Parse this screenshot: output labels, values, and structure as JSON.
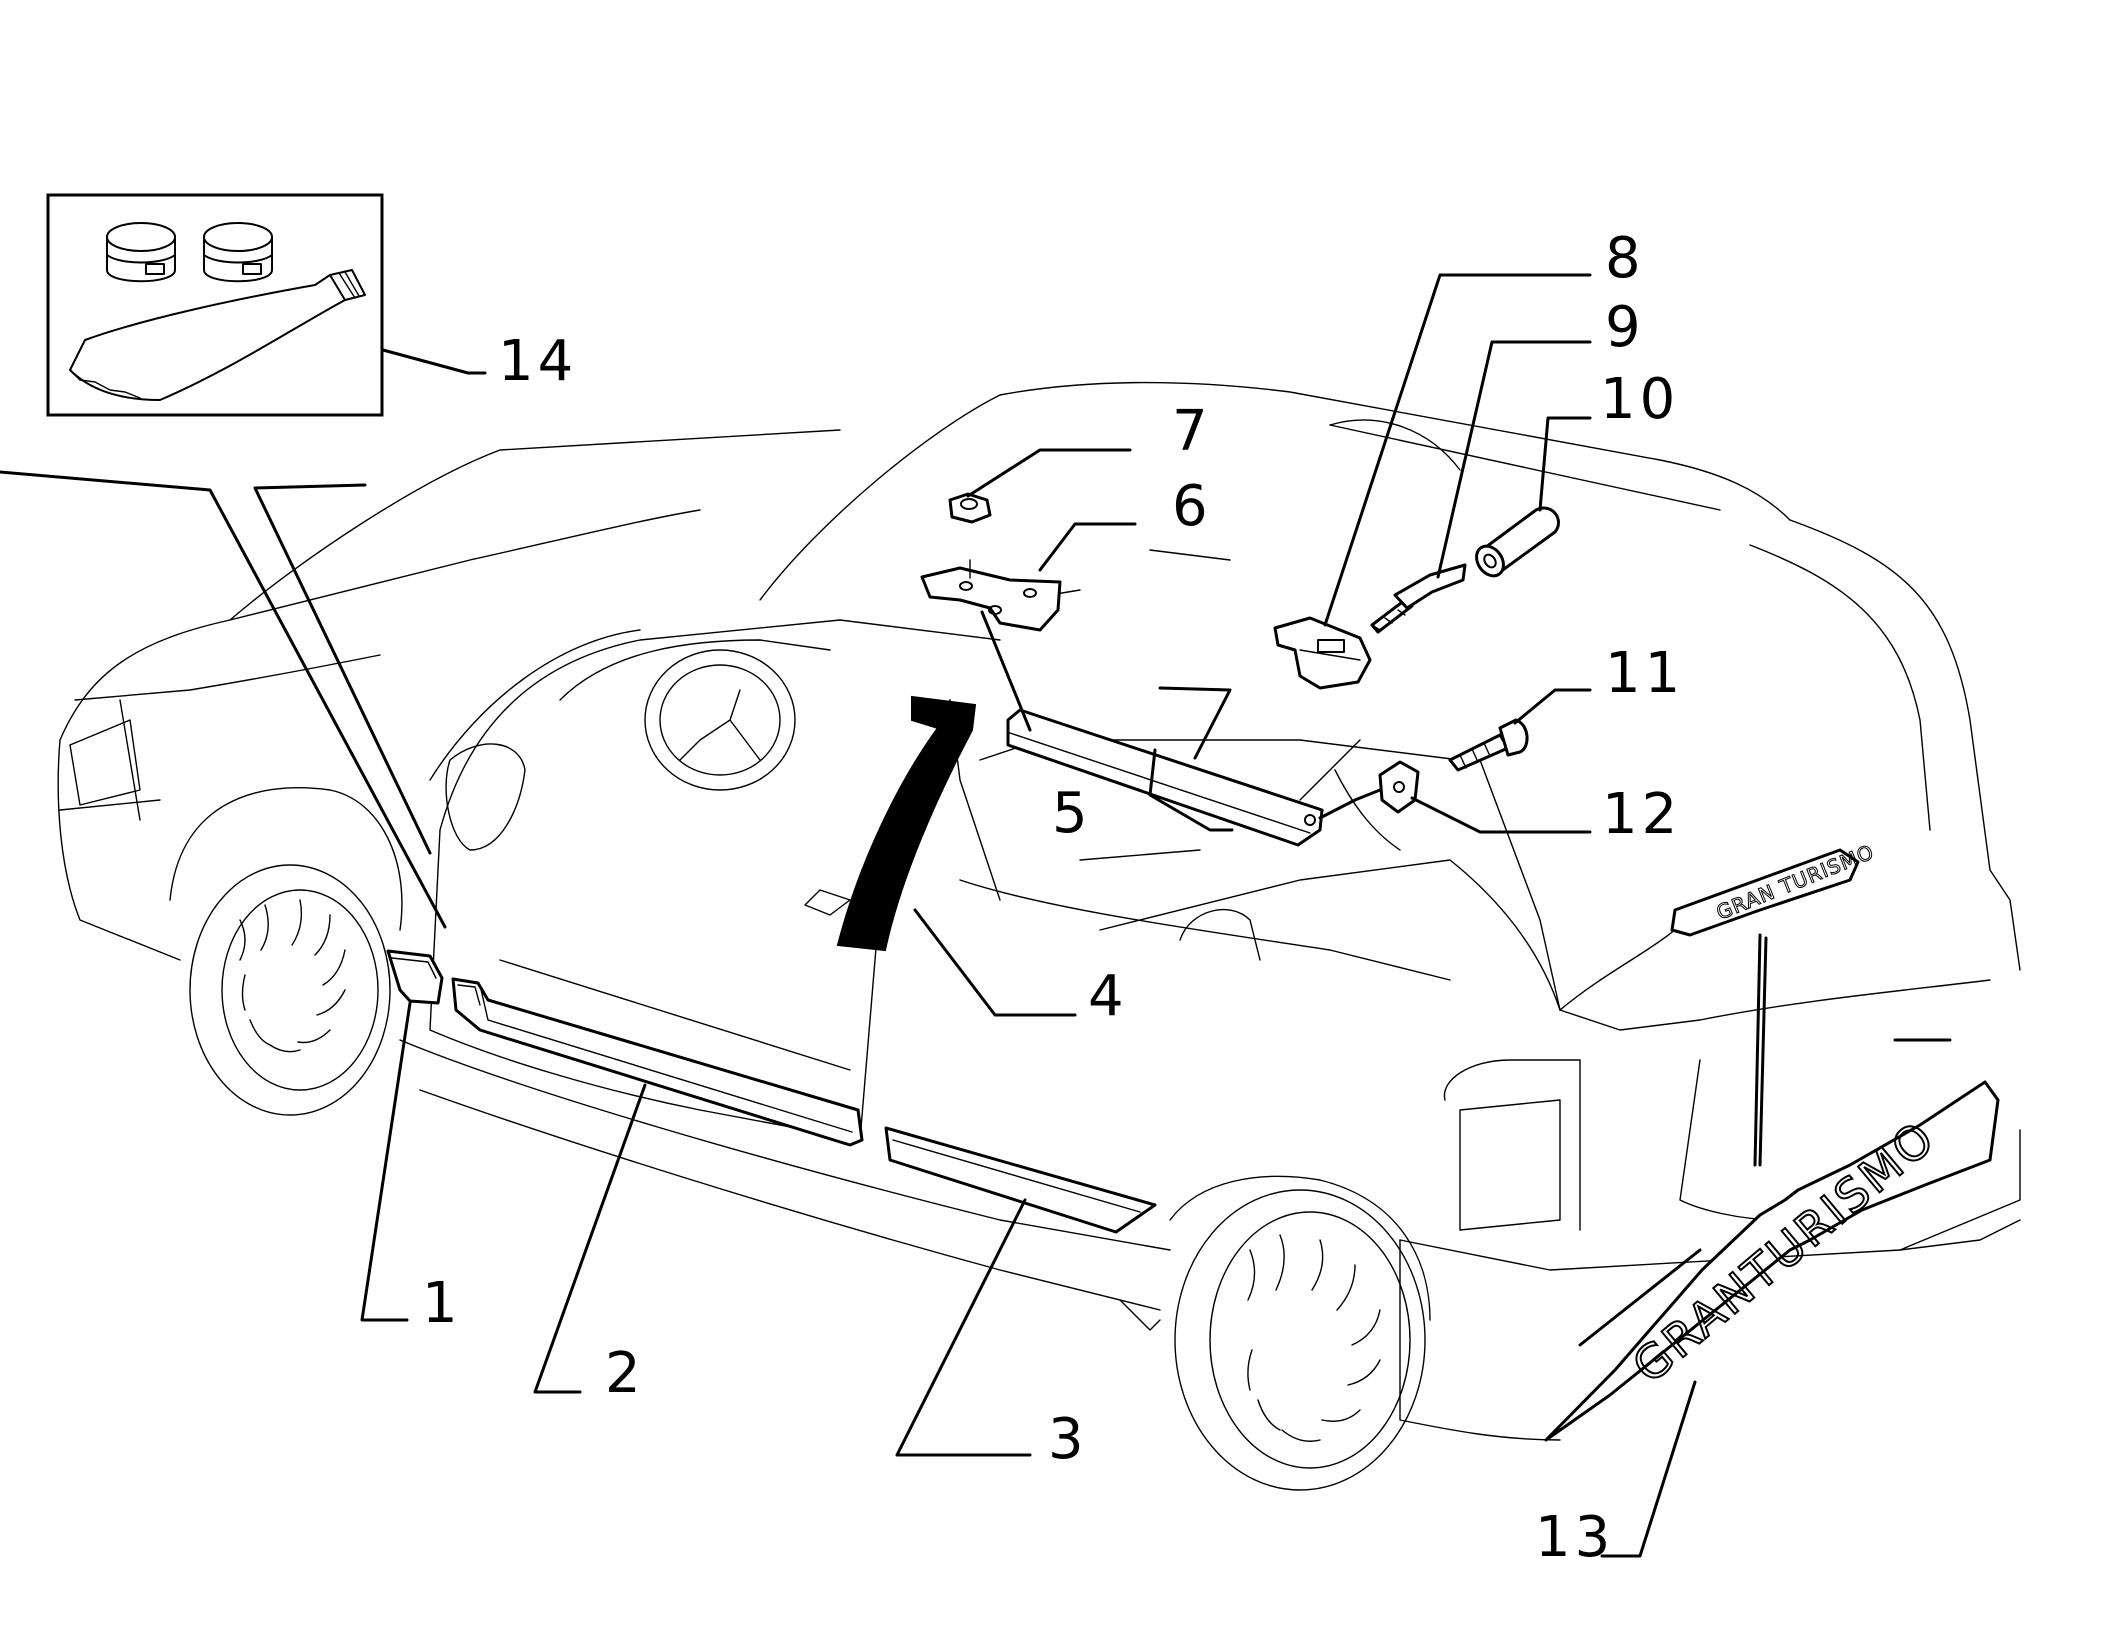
{
  "callouts": {
    "c1": "1",
    "c2": "2",
    "c3": "3",
    "c4": "4",
    "c5": "5",
    "c6": "6",
    "c7": "7",
    "c8": "8",
    "c9": "9",
    "c10": "10",
    "c11": "11",
    "c12": "12",
    "c13": "13",
    "c14": "14"
  },
  "emblem": {
    "rear_badge_text": "GRANTURISMO",
    "tailgate_badge_text": "GRAN TURISMO"
  }
}
